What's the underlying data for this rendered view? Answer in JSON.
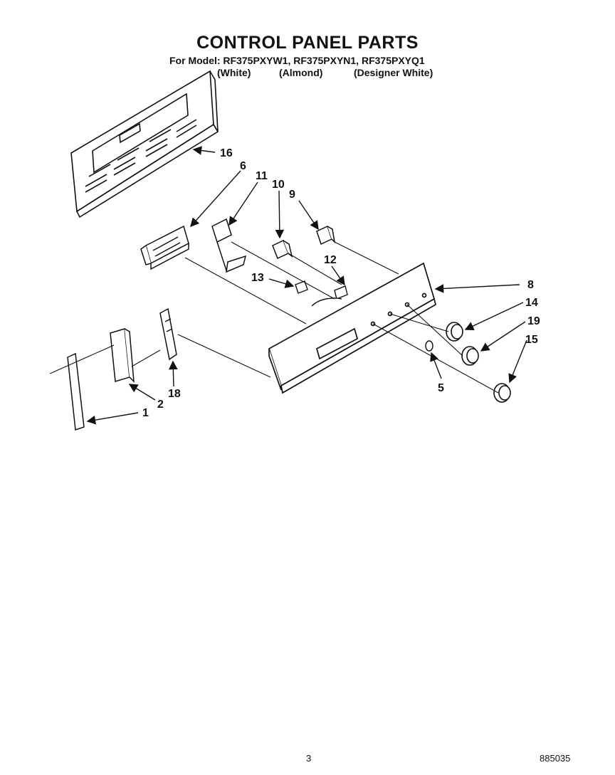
{
  "title": "CONTROL PANEL PARTS",
  "models": "For Model: RF375PXYW1, RF375PXYN1, RF375PXYQ1",
  "colors": [
    "(White)",
    "(Almond)",
    "(Designer White)"
  ],
  "callouts": {
    "p1": "1",
    "p2": "2",
    "p5": "5",
    "p6": "6",
    "p8": "8",
    "p9": "9",
    "p10": "10",
    "p11": "11",
    "p12": "12",
    "p13": "13",
    "p14": "14",
    "p15": "15",
    "p16": "16",
    "p18": "18",
    "p19": "19"
  },
  "page_number": "3",
  "doc_number": "885035"
}
